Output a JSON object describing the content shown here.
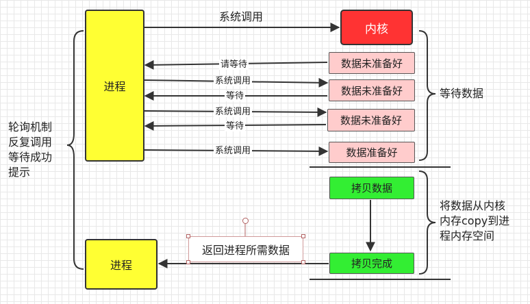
{
  "process_top": "进程",
  "process_bottom": "进程",
  "kernel": "内核",
  "status": {
    "s1": "数据未准备好",
    "s2": "数据未准备好",
    "s3": "数据未准备好",
    "s4": "数据准备好"
  },
  "copy_data": "拷贝数据",
  "copy_done": "拷贝完成",
  "arrows": {
    "syscall_top": "系统调用",
    "wait_1": "请等待",
    "syscall_2": "系统调用",
    "wait_2": "等待",
    "syscall_3": "系统调用",
    "wait_3": "等待",
    "syscall_4": "系统调用",
    "return_data": "返回进程所需数据"
  },
  "side": {
    "left": [
      "轮询机制",
      "反复调用",
      "等待成功",
      "提示"
    ],
    "wait_data": "等待数据",
    "copy_right": [
      "将数据从内核",
      "内存copy到进",
      "程内存空间"
    ]
  },
  "colors": {
    "process": "#ffff33",
    "kernel": "#ff3333",
    "not_ready": "#ffcccc",
    "copy": "#33ee33"
  }
}
